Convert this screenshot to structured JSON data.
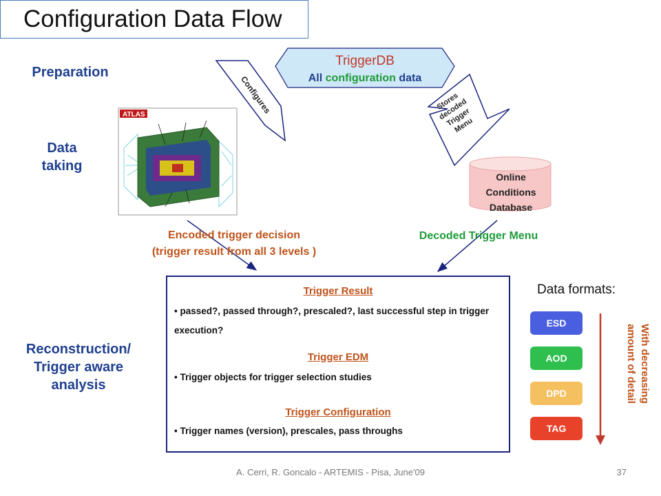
{
  "title": "Configuration Data Flow",
  "phases": {
    "preparation": "Preparation",
    "data_taking": [
      "Data",
      "taking"
    ],
    "reconstruction": [
      "Reconstruction/",
      "Trigger aware",
      "analysis"
    ]
  },
  "triggerdb": {
    "title": "TriggerDB",
    "sub_words": [
      "All",
      "configuration",
      "data"
    ]
  },
  "configures_label": "Configures",
  "stores_label": [
    "Stores",
    "decoded",
    "Trigger",
    "Menu"
  ],
  "online_db": [
    "Online",
    "Conditions",
    "Database"
  ],
  "atlas": {
    "logo_text": "ATLAS"
  },
  "encoded": [
    "Encoded trigger decision",
    "(trigger result from all 3 levels )"
  ],
  "decoded_menu": "Decoded Trigger Menu",
  "sections": [
    {
      "title": "Trigger Result",
      "bullet": "• passed?, passed through?,  prescaled?, last successful step in trigger execution?"
    },
    {
      "title": "Trigger EDM",
      "bullet": "• Trigger objects for trigger selection studies"
    },
    {
      "title": "Trigger Configuration",
      "bullet": "• Trigger names (version), prescales, pass throughs"
    }
  ],
  "formats": {
    "title": "Data formats:",
    "items": [
      {
        "label": "ESD",
        "color": "#4a5fe0"
      },
      {
        "label": "AOD",
        "color": "#2fbf4f"
      },
      {
        "label": "DPD",
        "color": "#f5c060"
      },
      {
        "label": "TAG",
        "color": "#e8422b"
      }
    ],
    "detail": [
      "With decreasing",
      "amount of detail"
    ]
  },
  "colors": {
    "side": "#1f3f8f",
    "orange": "#c0531a",
    "green": "#1e9b3a",
    "triggerdb_fill": "#cfe8f7",
    "db_fill": "#f7c6c6",
    "arrow_fill": "#ffffff",
    "stroke": "#1a237e"
  },
  "footer": "A. Cerri, R. Goncalo - ARTEMIS - Pisa, June'09",
  "page_number": "37"
}
